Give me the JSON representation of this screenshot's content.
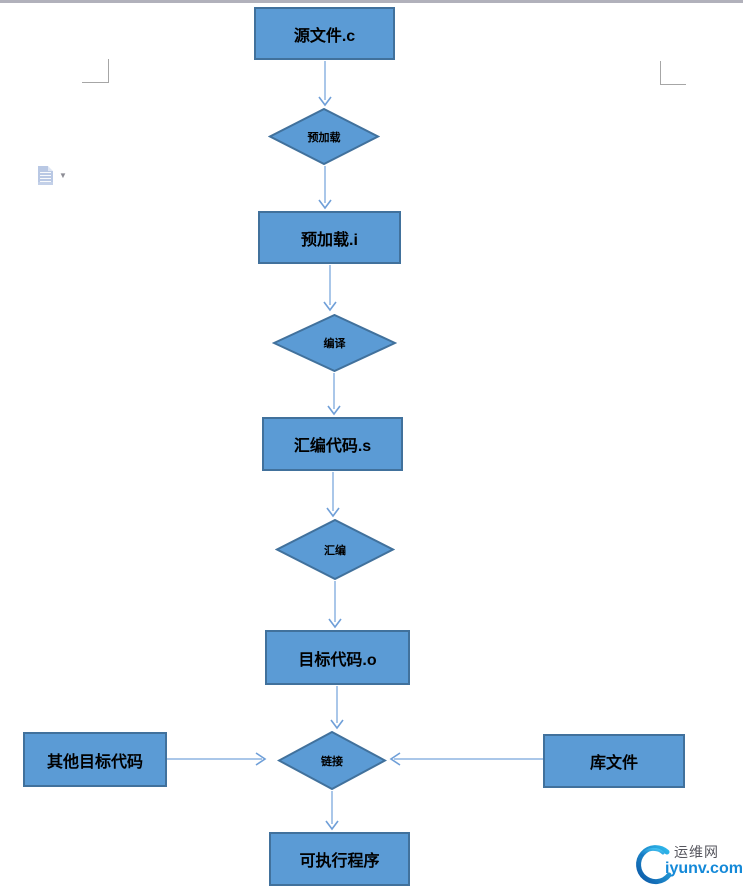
{
  "colors": {
    "shape_fill": "#5b9bd5",
    "shape_border": "#41719c",
    "node_text": "#000000",
    "arrow_line": "#aac7e9",
    "arrow_head": "#6f9fd8",
    "top_bar": "#b1b1bb",
    "crop_mark": "#a6a6a6",
    "doc_icon": "#b9c8e4",
    "logo_blue": "#1489d8",
    "logo_text_dark": "#56565e"
  },
  "flowchart": {
    "nodes": [
      {
        "id": "source-file",
        "type": "rect",
        "label": "源文件.c"
      },
      {
        "id": "preprocess",
        "type": "diamond",
        "label": "预加载"
      },
      {
        "id": "preprocessed-file",
        "type": "rect",
        "label": "预加载.i"
      },
      {
        "id": "compile",
        "type": "diamond",
        "label": "编译"
      },
      {
        "id": "assembly-code",
        "type": "rect",
        "label": "汇编代码.s"
      },
      {
        "id": "assemble",
        "type": "diamond",
        "label": "汇编"
      },
      {
        "id": "object-code",
        "type": "rect",
        "label": "目标代码.o"
      },
      {
        "id": "other-object-code",
        "type": "rect",
        "label": "其他目标代码"
      },
      {
        "id": "link",
        "type": "diamond",
        "label": "链接"
      },
      {
        "id": "library-file",
        "type": "rect",
        "label": "库文件"
      },
      {
        "id": "executable",
        "type": "rect",
        "label": "可执行程序"
      }
    ]
  },
  "watermark": {
    "site_name": "运维网",
    "site_url": "iyunv.com"
  }
}
